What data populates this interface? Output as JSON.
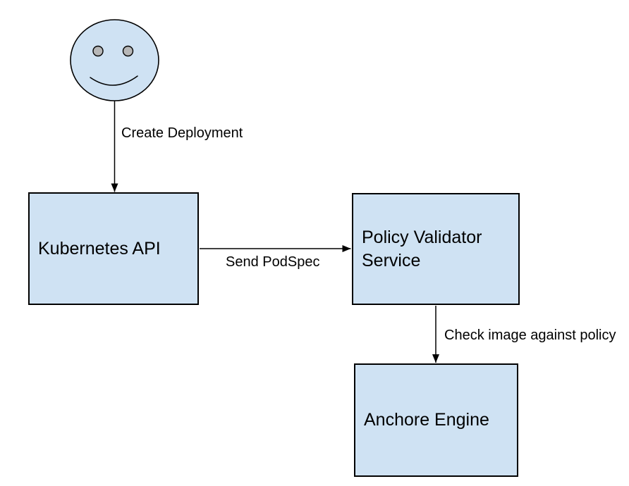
{
  "colors": {
    "canvas_bg": "#ffffff",
    "node_fill": "#cfe2f3",
    "node_border": "#000000",
    "eye_fill": "#b7b7b7",
    "line_color": "#000000",
    "text_color": "#000000"
  },
  "actor": {
    "name": "user",
    "icon": "smiley-face-icon"
  },
  "nodes": [
    {
      "id": "kubernetes-api",
      "label": "Kubernetes API"
    },
    {
      "id": "policy-validator",
      "label": "Policy Validator Service"
    },
    {
      "id": "anchore-engine",
      "label": "Anchore Engine"
    }
  ],
  "edges": [
    {
      "from": "user",
      "to": "kubernetes-api",
      "label": "Create Deployment"
    },
    {
      "from": "kubernetes-api",
      "to": "policy-validator",
      "label": "Send PodSpec"
    },
    {
      "from": "policy-validator",
      "to": "anchore-engine",
      "label": "Check image against policy"
    }
  ]
}
